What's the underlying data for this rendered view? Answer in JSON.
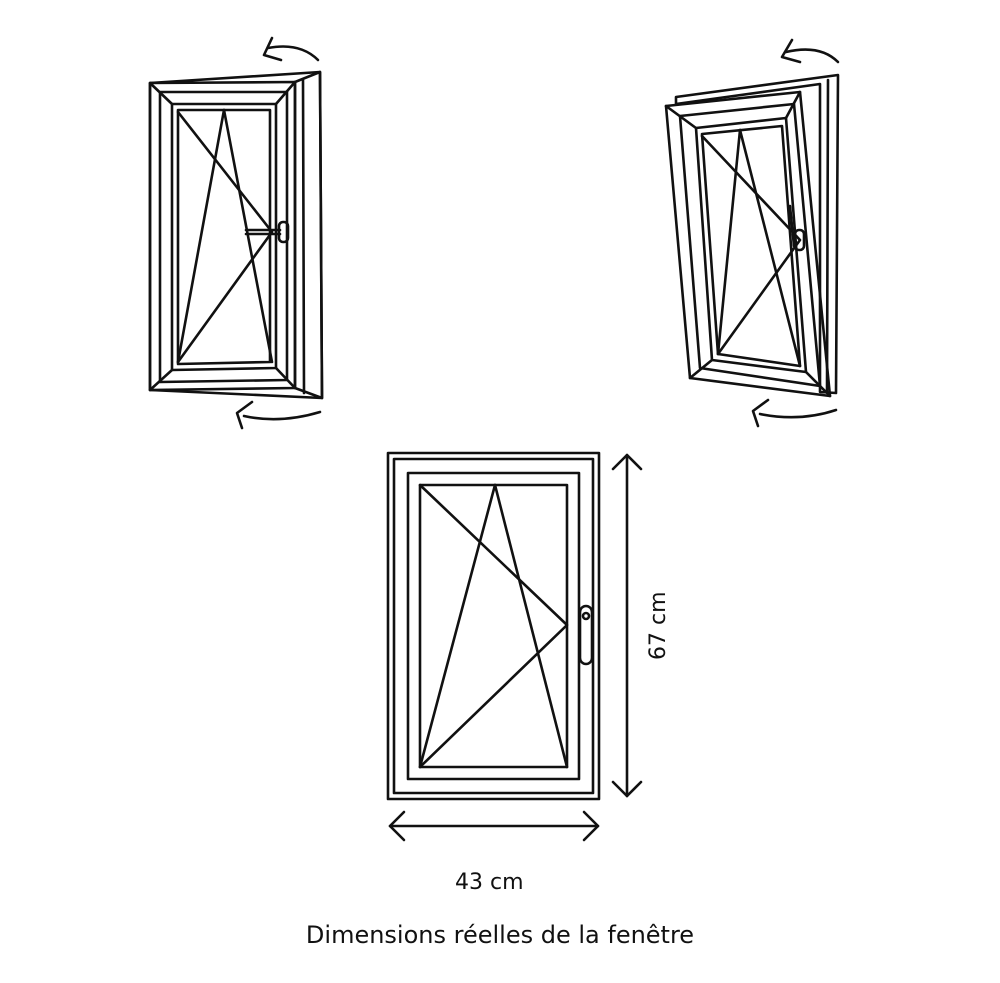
{
  "dimensions": {
    "width_label": "43 cm",
    "height_label": "67 cm"
  },
  "caption": "Dimensions réelles de la fenêtre",
  "colors": {
    "stroke": "#111111",
    "background": "#ffffff"
  },
  "icons": {
    "turn_mode": "tilt-turn-window-turn-icon",
    "tilt_mode": "tilt-turn-window-tilt-icon"
  }
}
